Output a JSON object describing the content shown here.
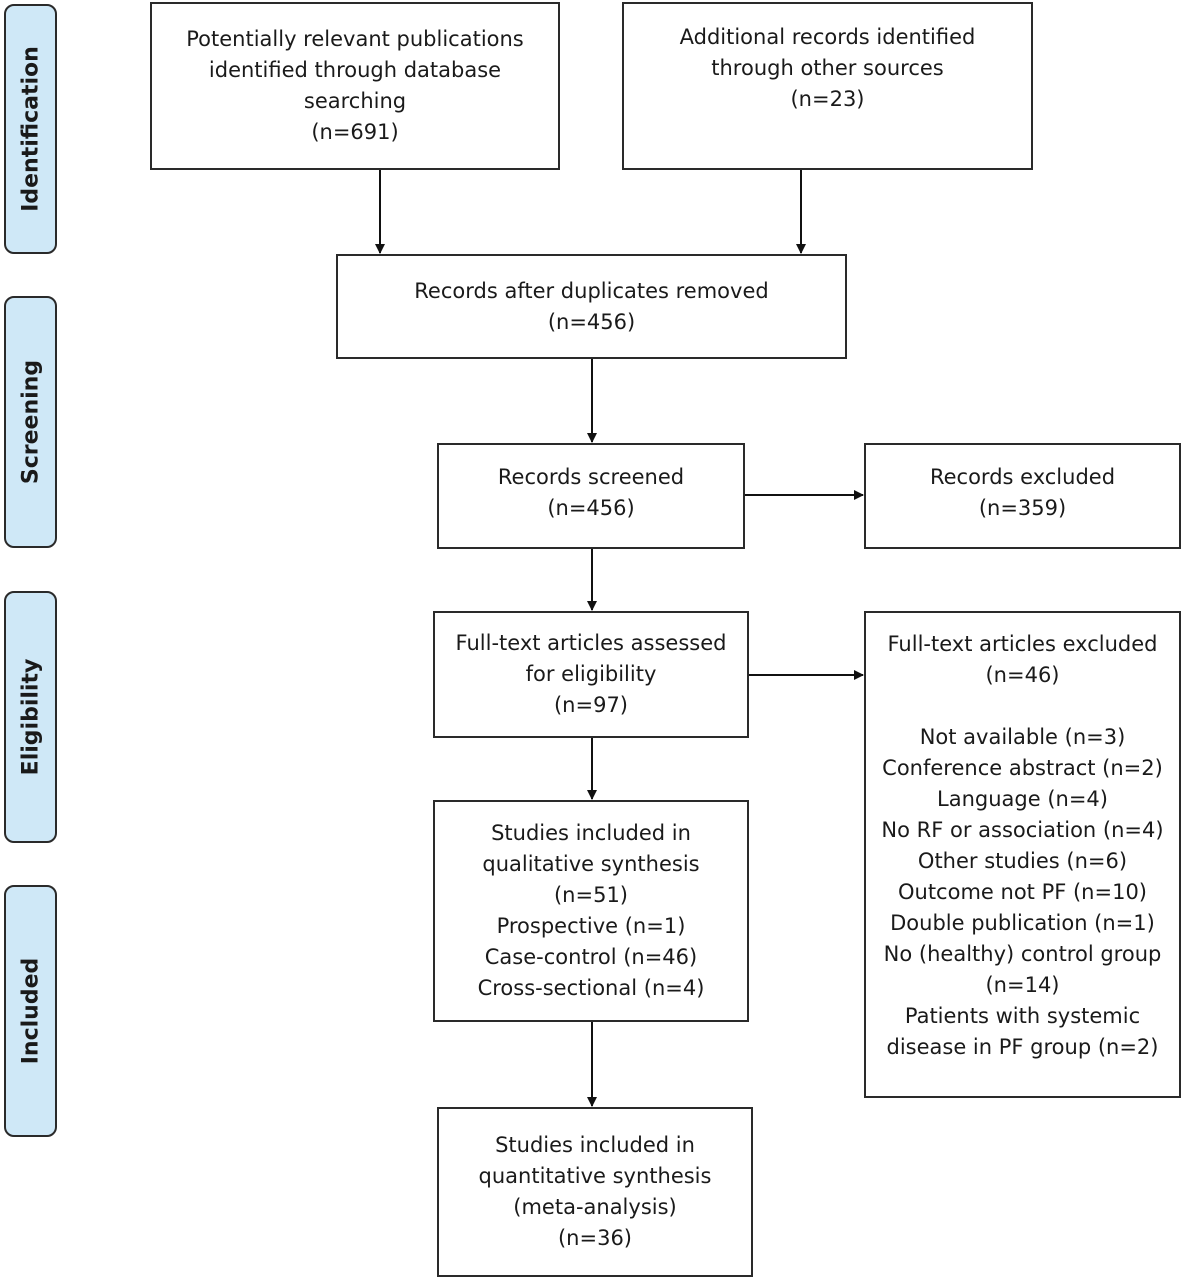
{
  "stages": {
    "identification": "Identification",
    "screening": "Screening",
    "eligibility": "Eligibility",
    "included": "Included"
  },
  "boxes": {
    "database": {
      "lines": [
        "Potentially relevant publications",
        "identified through database",
        "searching",
        "(n=691)"
      ]
    },
    "other_sources": {
      "lines": [
        "Additional records identified",
        "through other sources",
        "(n=23)"
      ]
    },
    "duplicates_removed": {
      "lines": [
        "Records after duplicates removed",
        "(n=456)"
      ]
    },
    "screened": {
      "lines": [
        "Records screened",
        "(n=456)"
      ]
    },
    "excluded": {
      "lines": [
        "Records excluded",
        "(n=359)"
      ]
    },
    "fulltext_assessed": {
      "lines": [
        "Full-text articles assessed",
        "for eligibility",
        "(n=97)"
      ]
    },
    "fulltext_excluded": {
      "title": "Full-text articles excluded",
      "count": "(n=46)",
      "reasons": [
        "Not available (n=3)",
        "Conference abstract (n=2)",
        "Language (n=4)",
        "No RF or association (n=4)",
        "Other studies (n=6)",
        "Outcome not PF (n=10)",
        "Double publication (n=1)",
        "No (healthy) control group",
        "(n=14)",
        "Patients with systemic",
        "disease in PF group (n=2)"
      ]
    },
    "qualitative": {
      "lines": [
        "Studies included in",
        "qualitative synthesis",
        "(n=51)",
        "Prospective (n=1)",
        "Case-control (n=46)",
        "Cross-sectional (n=4)"
      ]
    },
    "quantitative": {
      "lines": [
        "Studies included in",
        "quantitative synthesis",
        "(meta-analysis)",
        "(n=36)"
      ]
    }
  },
  "colors": {
    "stage_fill": "#cfe8f7",
    "stroke": "#2a2a2a"
  }
}
